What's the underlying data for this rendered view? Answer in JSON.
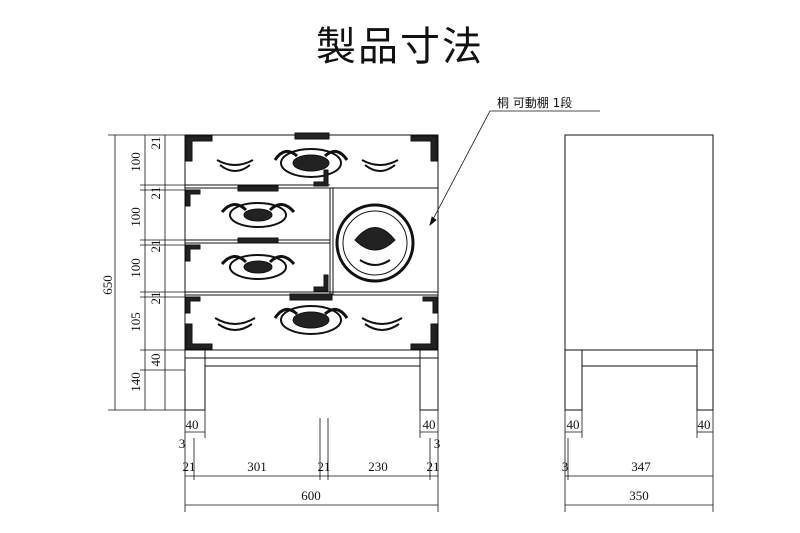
{
  "title": "製品寸法",
  "callout": "桐 可動棚 1段",
  "front": {
    "vertical_dims": [
      "100",
      "100",
      "100",
      "105",
      "140"
    ],
    "small_vertical_dims": [
      "21",
      "21",
      "21",
      "21",
      "40"
    ],
    "total_height": "650",
    "top_dims": [
      "40",
      "40"
    ],
    "small_dims": [
      "3",
      "3"
    ],
    "bottom_row": [
      "21",
      "301",
      "21",
      "230",
      "21"
    ],
    "total_width": "600"
  },
  "side": {
    "top_dims": [
      "40",
      "40"
    ],
    "bottom_row": [
      "3",
      "347"
    ],
    "total_depth": "350"
  }
}
